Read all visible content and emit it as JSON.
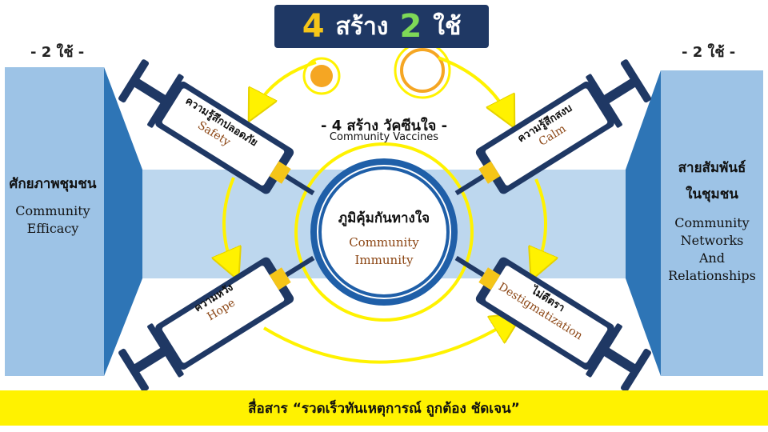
{
  "title": {
    "num1": "4",
    "word1": "สร้าง",
    "num2": "2",
    "word2": "ใช้"
  },
  "left": {
    "heading": "- 2 ใช้ -",
    "th": "ศักยภาพชุมชน",
    "en_line1": "Community",
    "en_line2": "Efficacy"
  },
  "right": {
    "heading": "- 2 ใช้ -",
    "th_line1": "สายสัมพันธ์",
    "th_line2": "ในชุมชน",
    "en_line1": "Community",
    "en_line2": "Networks",
    "en_line3": "And",
    "en_line4": "Relationships"
  },
  "center": {
    "vaccine_title": "- 4 สร้าง วัคซีนใจ -",
    "vaccine_sub": "Community Vaccines",
    "immunity_th": "ภูมิคุ้มกันทางใจ",
    "immunity_en1": "Community",
    "immunity_en2": "Immunity"
  },
  "syringes": {
    "safety": {
      "th": "ความรู้สึกปลอดภัย",
      "en": "Safety"
    },
    "calm": {
      "th": "ความรู้สึกสงบ",
      "en": "Calm"
    },
    "hope": {
      "th": "ความหวัง",
      "en": "Hope"
    },
    "destig": {
      "th": "ไม่ตีตรา",
      "en": "Destigmatization"
    }
  },
  "footer": "สื่อสาร “รวดเร็วทันเหตุการณ์ ถูกต้อง ชัดเจน”",
  "colors": {
    "navy": "#1f3864",
    "blue": "#2e75b6",
    "light_blue": "#9dc3e6",
    "yellow": "#fff200",
    "orange": "#f5a623"
  }
}
